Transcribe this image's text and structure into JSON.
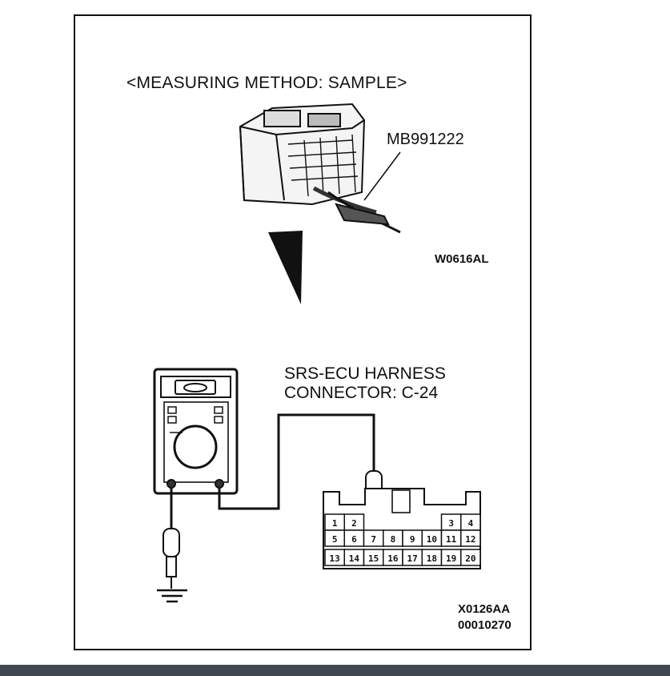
{
  "diagram": {
    "title": "<MEASURING METHOD: SAMPLE>",
    "tool_label": "MB991222",
    "figure_code_top": "W0616AL",
    "connector_label_line1": "SRS-ECU HARNESS",
    "connector_label_line2": "CONNECTOR: C-24",
    "figure_code_bottom_1": "X0126AA",
    "figure_code_bottom_2": "00010270"
  },
  "connector": {
    "pins_row1": [
      "1",
      "2",
      "",
      "",
      "",
      "",
      "3",
      "4"
    ],
    "pins_row2": [
      "5",
      "6",
      "7",
      "8",
      "9",
      "10",
      "11",
      "12"
    ],
    "pins_row3": [
      "13",
      "14",
      "15",
      "16",
      "17",
      "18",
      "19",
      "20"
    ],
    "probed_pin": "7"
  },
  "icons": [
    "multimeter-icon",
    "ground-icon",
    "probe-icon",
    "harness-connector-photo"
  ]
}
